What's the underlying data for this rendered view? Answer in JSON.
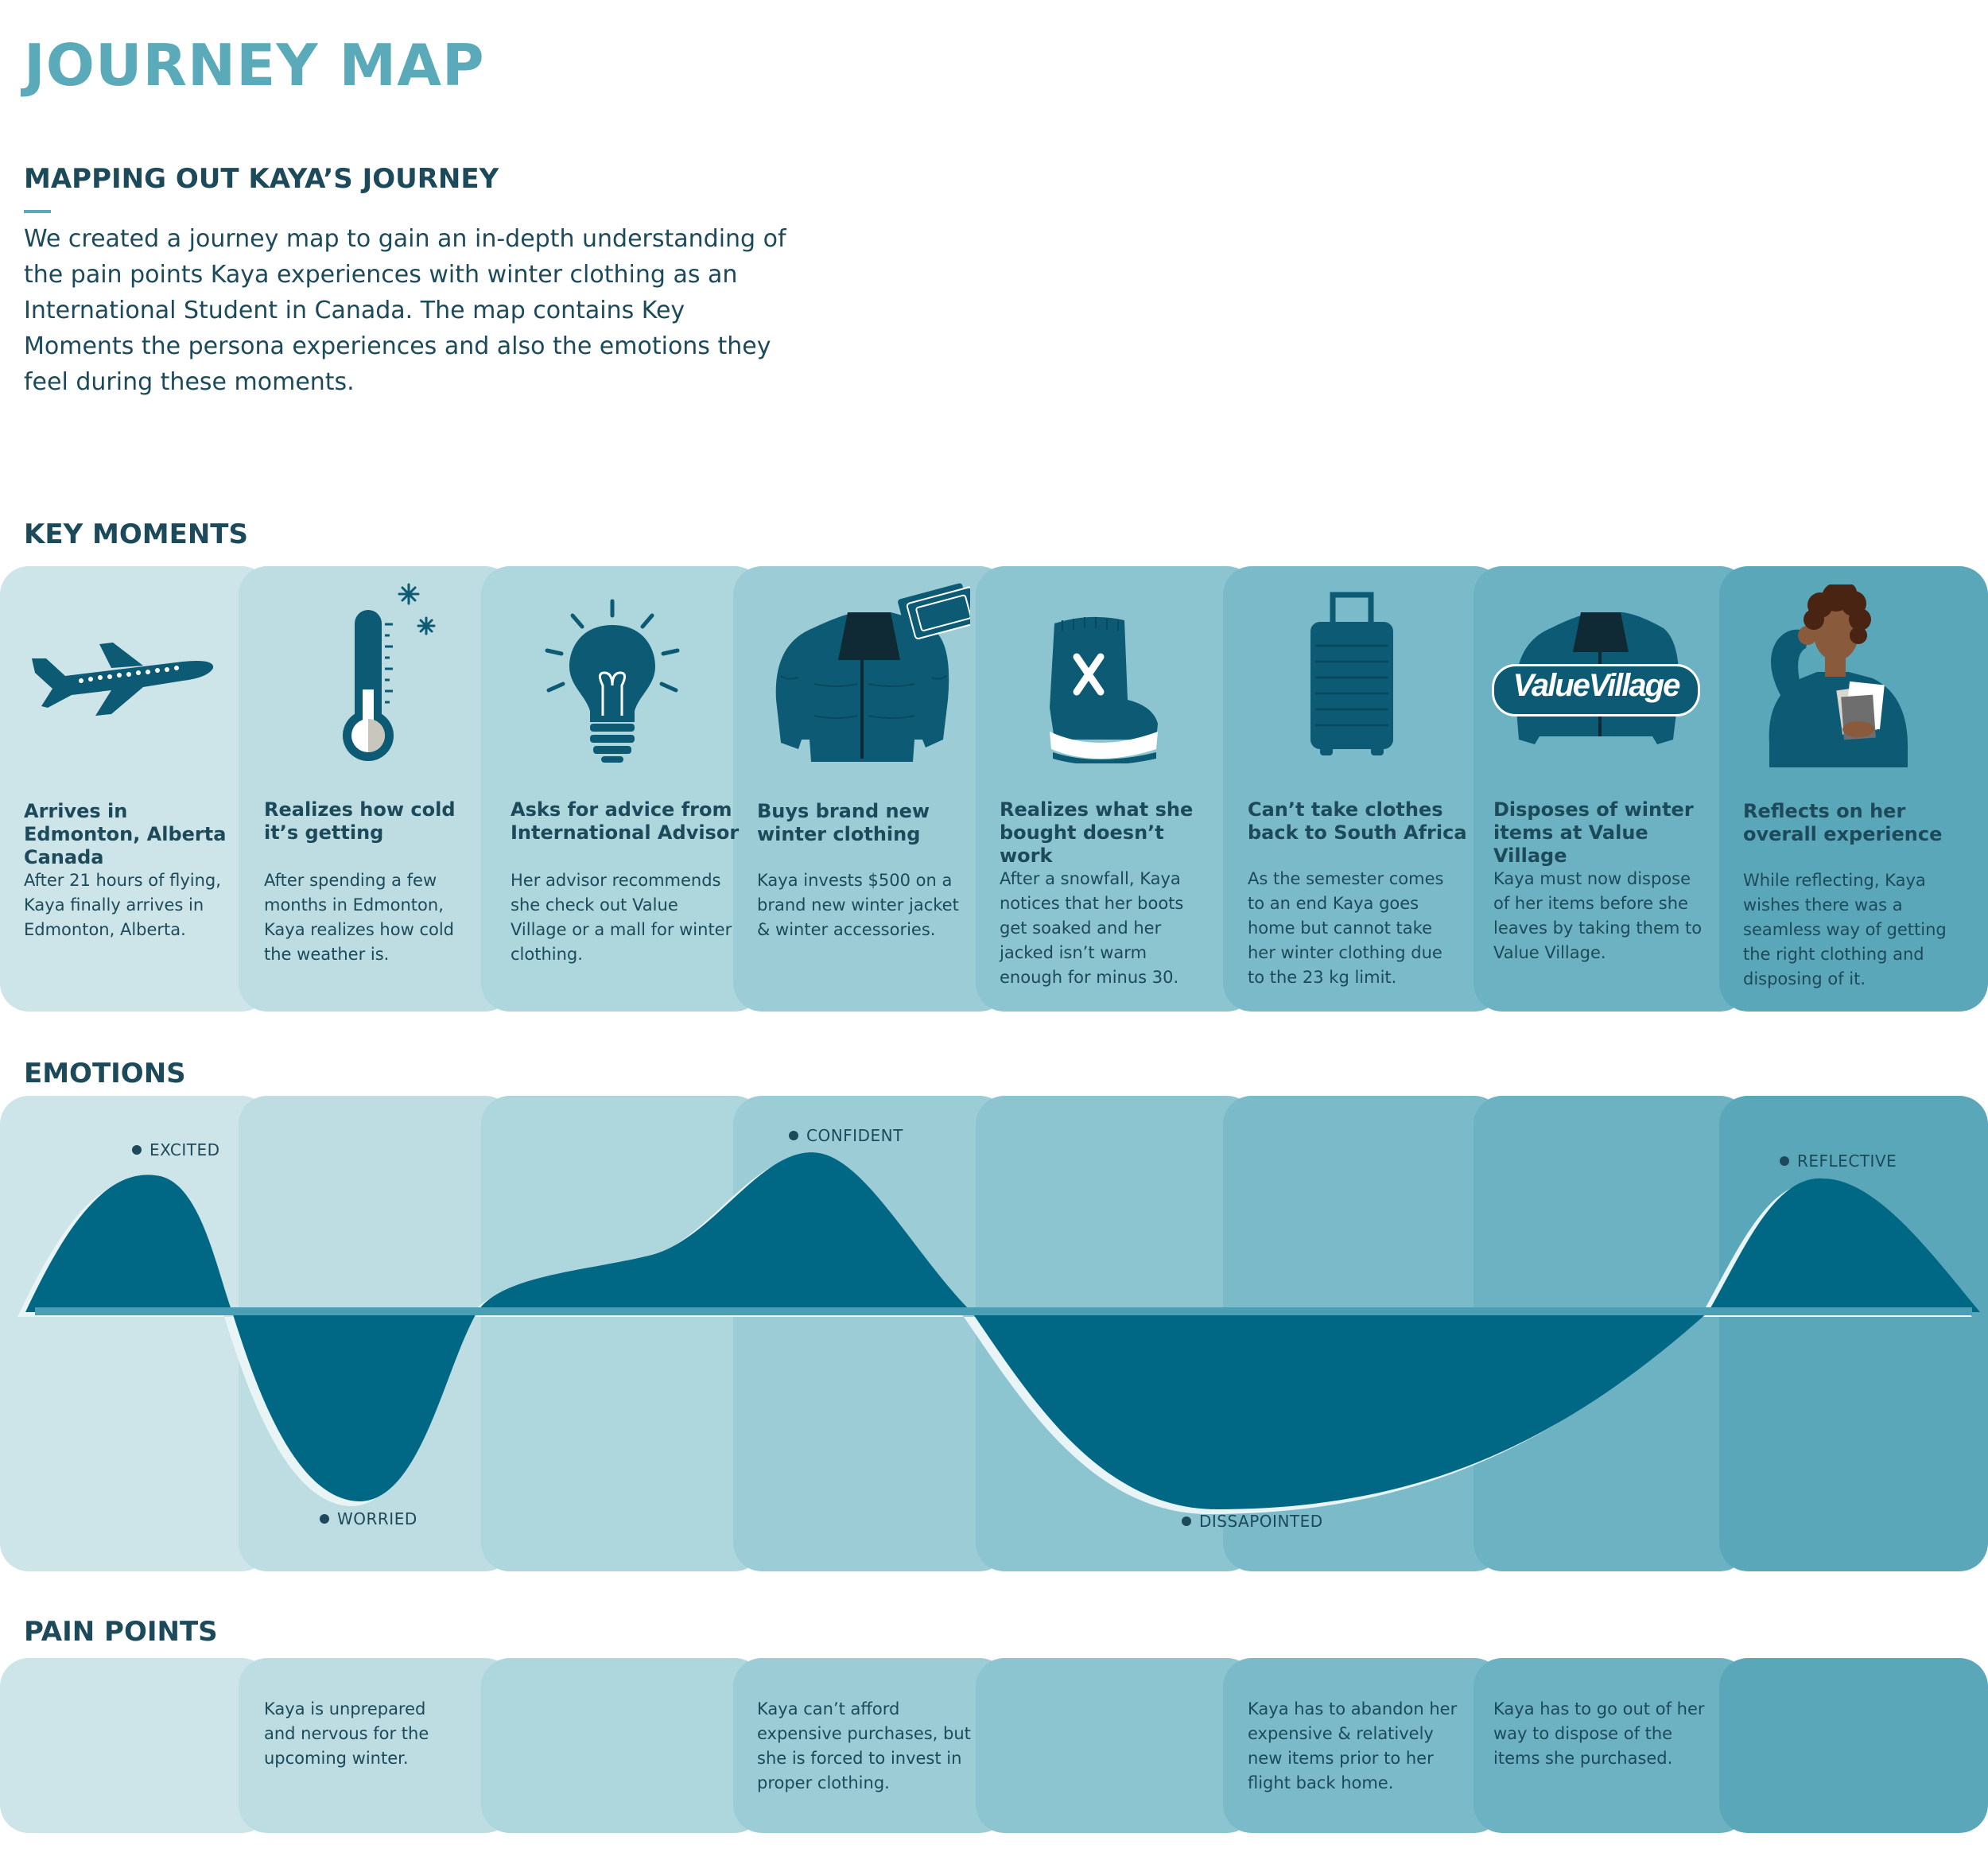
{
  "header": {
    "title": "JOURNEY MAP",
    "subtitle": "MAPPING OUT KAYA’S JOURNEY",
    "intro": "We created a journey map to gain an in-depth understanding of the pain points Kaya experiences with winter clothing as an International Student in Canada. The map contains Key Moments the persona experiences and also the emotions they feel during these moments."
  },
  "sections": {
    "key_moments": "KEY MOMENTS",
    "emotions": "EMOTIONS",
    "pain_points": "PAIN POINTS"
  },
  "colors": {
    "stage_1": "#cde4e9",
    "stage_2": "#bddde3",
    "stage_3": "#add6dd",
    "stage_4": "#9ccdd7",
    "stage_5": "#8cc4d0",
    "stage_6": "#7bbac9",
    "stage_7": "#6cb2c2",
    "stage_8": "#5aa7b9",
    "dark_teal": "#006884",
    "heading": "#1c4a5a",
    "accent": "#5aaab9"
  },
  "moments": [
    {
      "icon": "airplane-icon",
      "title": "Arrives in Edmonton, Alberta Canada",
      "desc": "After 21 hours of flying, Kaya finally arrives in Edmonton, Alberta."
    },
    {
      "icon": "thermometer-icon",
      "title": "Realizes how cold it’s getting",
      "desc": "After spending a few months in Edmonton, Kaya realizes how cold the weather is."
    },
    {
      "icon": "lightbulb-icon",
      "title": "Asks for advice from International Advisor",
      "desc": "Her advisor recommends she check out Value Village or a mall for winter clothing."
    },
    {
      "icon": "jacket-money-icon",
      "title": "Buys brand new winter clothing",
      "desc": "Kaya invests $500 on a brand new winter jacket & winter accessories."
    },
    {
      "icon": "boot-x-icon",
      "title": "Realizes what she bought doesn’t work",
      "desc": "After a snowfall, Kaya notices that her boots get soaked and her jacked isn’t warm enough for minus 30."
    },
    {
      "icon": "suitcase-icon",
      "title": "Can’t take clothes back to South Africa",
      "desc": "As the semester comes to an end Kaya goes home but cannot take her winter clothing due to the 23 kg limit."
    },
    {
      "icon": "value-village-icon",
      "icon_text": "ValueVillage",
      "title": "Disposes of winter items at Value Village",
      "desc": "Kaya must now dispose of her items before she leaves by taking them to Value Village."
    },
    {
      "icon": "reflecting-person-icon",
      "title": "Reflects on her overall experience",
      "desc": "While reflecting, Kaya wishes there was a seamless way of getting the right clothing and disposing of it."
    }
  ],
  "emotions": {
    "excited": "EXCITED",
    "worried": "WORRIED",
    "confident": "CONFIDENT",
    "dissapointed": "DISSAPOINTED",
    "reflective": "REFLECTIVE"
  },
  "pain_points": [
    "",
    "Kaya is unprepared and nervous for the upcoming winter.",
    "",
    "Kaya can’t afford expensive purchases, but she is forced to invest in proper clothing.",
    "",
    "Kaya has to abandon her expensive & relatively new items prior to her flight back home.",
    "Kaya has to go out of her way to dispose of the items she purchased.",
    ""
  ]
}
